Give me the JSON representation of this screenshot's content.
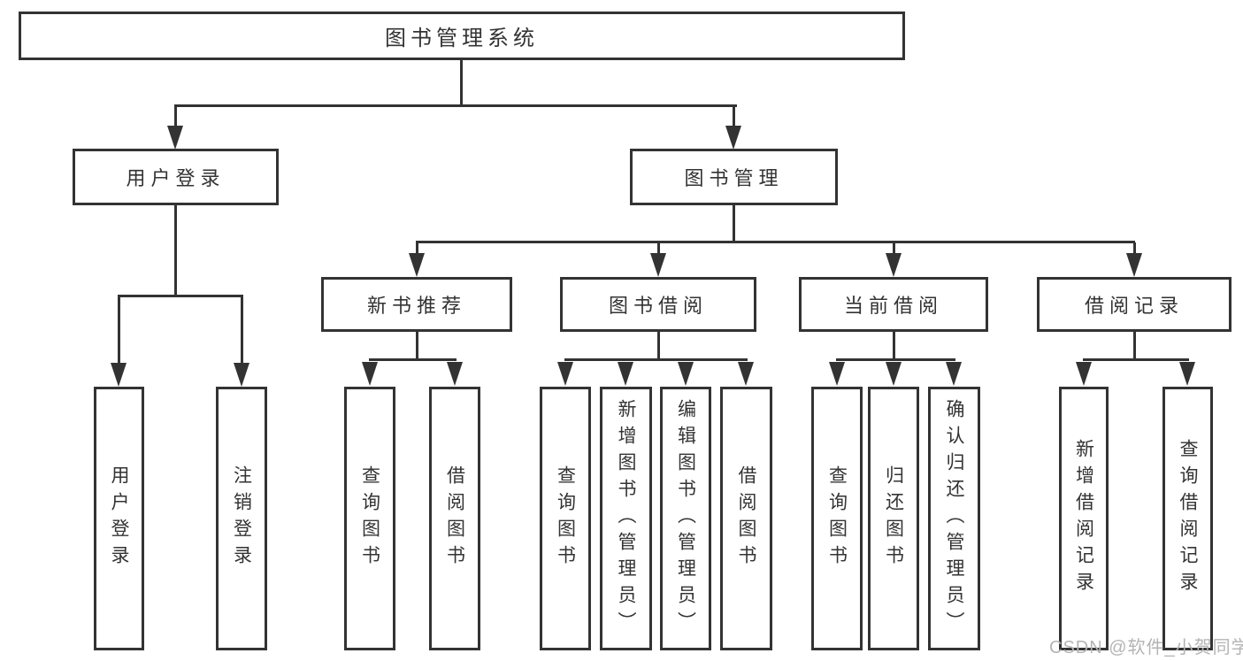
{
  "root": {
    "label": "图书管理系统",
    "children": [
      {
        "label": "用户登录",
        "children": [
          {
            "label": "用户登录"
          },
          {
            "label": "注销登录"
          }
        ]
      },
      {
        "label": "图书管理",
        "children": [
          {
            "label": "新书推荐",
            "children": [
              {
                "label": "查询图书"
              },
              {
                "label": "借阅图书"
              }
            ]
          },
          {
            "label": "图书借阅",
            "children": [
              {
                "label": "查询图书"
              },
              {
                "label": "新增图书（管理员）"
              },
              {
                "label": "编辑图书（管理员）"
              },
              {
                "label": "借阅图书"
              }
            ]
          },
          {
            "label": "当前借阅",
            "children": [
              {
                "label": "查询图书"
              },
              {
                "label": "归还图书"
              },
              {
                "label": "确认归还（管理员）"
              }
            ]
          },
          {
            "label": "借阅记录",
            "children": [
              {
                "label": "新增借阅记录"
              },
              {
                "label": "查询借阅记录"
              }
            ]
          }
        ]
      }
    ]
  },
  "watermark": {
    "text": "CSDN @软件_小贺同学"
  },
  "colors": {
    "line": "#333333",
    "box_border": "#333333",
    "text": "#333333",
    "watermark": "#b4b4b4",
    "background": "#ffffff"
  }
}
